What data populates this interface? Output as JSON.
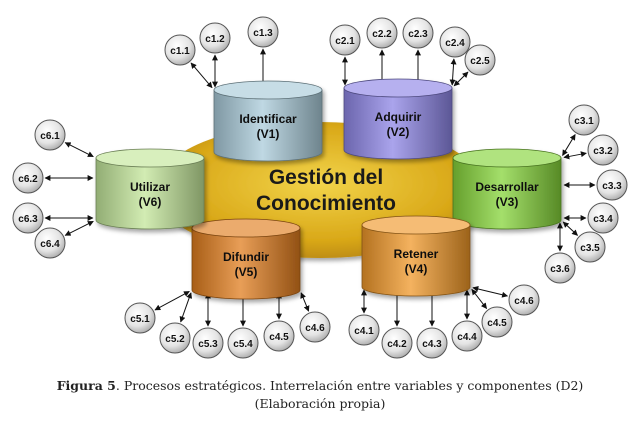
{
  "center": {
    "line1": "Gestión del",
    "line2": "Conocimiento"
  },
  "processes": [
    {
      "id": "v1",
      "name": "Identificar",
      "code": "(V1)",
      "color": "#a9cbd9",
      "components": [
        "c1.1",
        "c1.2",
        "c1.3"
      ]
    },
    {
      "id": "v2",
      "name": "Adquirir",
      "code": "(V2)",
      "color": "#8e86e6",
      "components": [
        "c2.1",
        "c2.2",
        "c2.3",
        "c2.4",
        "c2.5"
      ]
    },
    {
      "id": "v3",
      "name": "Desarrollar",
      "code": "(V3)",
      "color": "#86d43a",
      "components": [
        "c3.1",
        "c3.2",
        "c3.3",
        "c3.4",
        "c3.5",
        "c3.6"
      ]
    },
    {
      "id": "v4",
      "name": "Retener",
      "code": "(V4)",
      "color": "#f0982a",
      "components": [
        "c4.1",
        "c4.2",
        "c4.3",
        "c4.4",
        "c4.5",
        "c4.6"
      ]
    },
    {
      "id": "v5",
      "name": "Difundir",
      "code": "(V5)",
      "color": "#e07d1f",
      "components": [
        "c5.1",
        "c5.2",
        "c5.3",
        "c5.4",
        "c4.5",
        "c4.6"
      ]
    },
    {
      "id": "v6",
      "name": "Utilizar",
      "code": "(V6)",
      "color": "#c3e69a",
      "components": [
        "c6.1",
        "c6.2",
        "c6.3",
        "c6.4"
      ]
    }
  ],
  "caption": {
    "label": "Figura 5",
    "text": ". Procesos estratégicos. Interrelación entre variables y componentes (D2)",
    "source": "(Elaboración propia)"
  }
}
